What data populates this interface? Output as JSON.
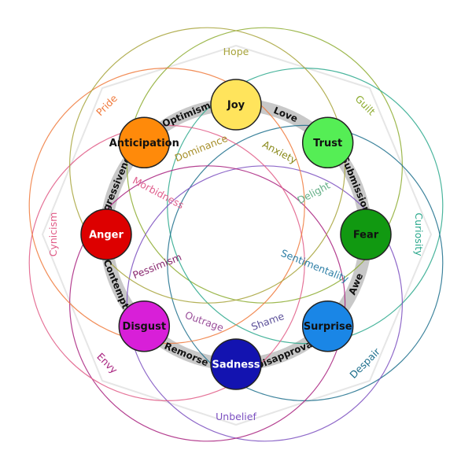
{
  "diagram": {
    "primary_emotions": [
      {
        "id": "joy",
        "label": "Joy",
        "color": "#ffe45c",
        "text_color": "#111111"
      },
      {
        "id": "trust",
        "label": "Trust",
        "color": "#55ee55",
        "text_color": "#111111"
      },
      {
        "id": "fear",
        "label": "Fear",
        "color": "#119911",
        "text_color": "#111111"
      },
      {
        "id": "surprise",
        "label": "Surprise",
        "color": "#1a86e6",
        "text_color": "#111111"
      },
      {
        "id": "sadness",
        "label": "Sadness",
        "color": "#1313b0",
        "text_color": "#ffffff"
      },
      {
        "id": "disgust",
        "label": "Disgust",
        "color": "#d81fd8",
        "text_color": "#111111"
      },
      {
        "id": "anger",
        "label": "Anger",
        "color": "#dd0000",
        "text_color": "#ffffff"
      },
      {
        "id": "anticipation",
        "label": "Anticipation",
        "color": "#ff8a0a",
        "text_color": "#111111"
      }
    ],
    "primary_dyads": [
      {
        "label": "Love"
      },
      {
        "label": "Submission"
      },
      {
        "label": "Awe"
      },
      {
        "label": "Disapproval"
      },
      {
        "label": "Remorse"
      },
      {
        "label": "Contempt"
      },
      {
        "label": "Aggressiveness"
      },
      {
        "label": "Optimism"
      }
    ],
    "secondary_dyads": [
      {
        "label": "Guilt",
        "color": "#8cab2f"
      },
      {
        "label": "Curiosity",
        "color": "#2aa88c"
      },
      {
        "label": "Despair",
        "color": "#1c6e8c"
      },
      {
        "label": "Unbelief",
        "color": "#7b4fc0"
      },
      {
        "label": "Envy",
        "color": "#a8207e"
      },
      {
        "label": "Cynicism",
        "color": "#e05a86"
      },
      {
        "label": "Pride",
        "color": "#f07a3c"
      },
      {
        "label": "Hope",
        "color": "#a7a33a"
      }
    ],
    "tertiary_dyads": [
      {
        "label": "Anxiety",
        "color": "#8a8a1c"
      },
      {
        "label": "Delight",
        "color": "#66b088"
      },
      {
        "label": "Sentimentality",
        "color": "#2e7fa6"
      },
      {
        "label": "Shame",
        "color": "#5b4f99"
      },
      {
        "label": "Outrage",
        "color": "#9a4f9a"
      },
      {
        "label": "Pessimism",
        "color": "#8a2a70"
      },
      {
        "label": "Morbidness",
        "color": "#e0608e"
      },
      {
        "label": "Dominance",
        "color": "#a78f2a"
      }
    ]
  }
}
